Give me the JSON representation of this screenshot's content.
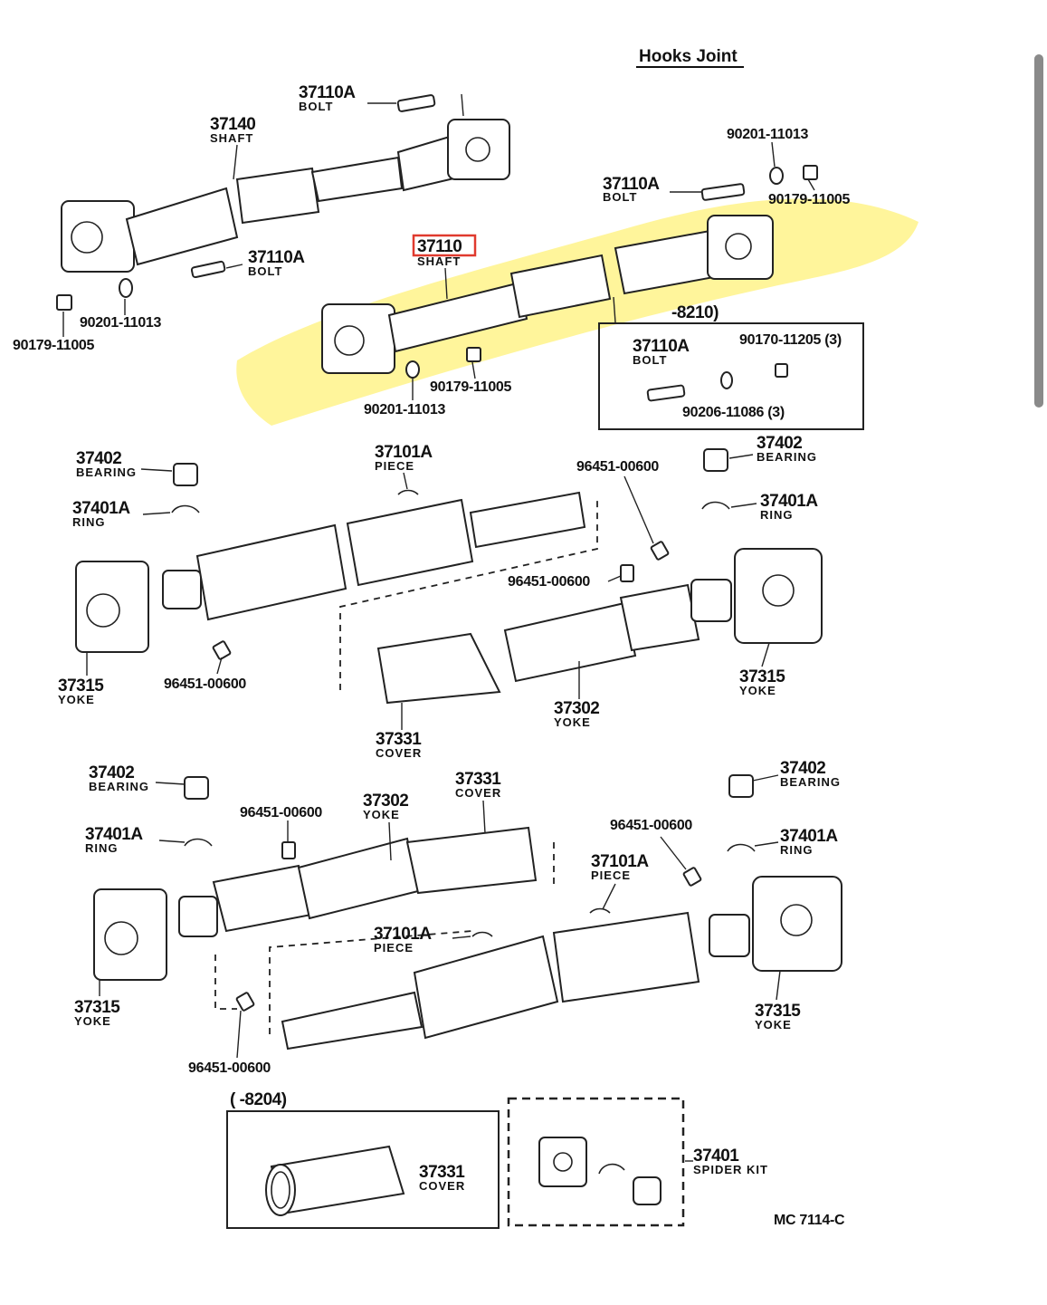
{
  "title": "Hooks Joint",
  "figure_code": "MC  7114-C",
  "colors": {
    "highlight": "#fff27a",
    "callout_box": "#e03a2e",
    "line": "#222222"
  },
  "top_assembly": {
    "bolt_top": {
      "number": "37110A",
      "name": "BOLT"
    },
    "shaft_upper": {
      "number": "37140",
      "name": "SHAFT"
    },
    "bolt_mid": {
      "number": "37110A",
      "name": "BOLT"
    },
    "washer_left": "90201-11013",
    "nut_left": "90179-11005",
    "washer_right_top": "90201-11013",
    "bolt_right": {
      "number": "37110A",
      "name": "BOLT"
    },
    "nut_right_top": "90179-11005",
    "shaft_highlight": {
      "number": "37110",
      "name": "SHAFT"
    },
    "nut_lower": "90179-11005",
    "washer_lower": "90201-11013",
    "inset_range": "-8210)",
    "inset_bolt": {
      "number": "37110A",
      "name": "BOLT"
    },
    "inset_nut": "90170-11205 (3)",
    "inset_washer": "90206-11086 (3)"
  },
  "middle_assembly": {
    "bearing_left": {
      "number": "37402",
      "name": "BEARING"
    },
    "ring_left": {
      "number": "37401A",
      "name": "RING"
    },
    "piece": {
      "number": "37101A",
      "name": "PIECE"
    },
    "fitting_top": "96451-00600",
    "bearing_right": {
      "number": "37402",
      "name": "BEARING"
    },
    "ring_right": {
      "number": "37401A",
      "name": "RING"
    },
    "fitting_mid": "96451-00600",
    "yoke_left": {
      "number": "37315",
      "name": "YOKE"
    },
    "fitting_left": "96451-00600",
    "cover": {
      "number": "37331",
      "name": "COVER"
    },
    "yoke_slip": {
      "number": "37302",
      "name": "YOKE"
    },
    "yoke_right": {
      "number": "37315",
      "name": "YOKE"
    }
  },
  "lower_assembly": {
    "bearing_left": {
      "number": "37402",
      "name": "BEARING"
    },
    "ring_left": {
      "number": "37401A",
      "name": "RING"
    },
    "fitting_top": "96451-00600",
    "yoke_slip": {
      "number": "37302",
      "name": "YOKE"
    },
    "cover": {
      "number": "37331",
      "name": "COVER"
    },
    "bearing_right": {
      "number": "37402",
      "name": "BEARING"
    },
    "fitting_right": "96451-00600",
    "ring_right": {
      "number": "37401A",
      "name": "RING"
    },
    "piece_right": {
      "number": "37101A",
      "name": "PIECE"
    },
    "piece_center": {
      "number": "37101A",
      "name": "PIECE"
    },
    "yoke_left": {
      "number": "37315",
      "name": "YOKE"
    },
    "fitting_bottom": "96451-00600",
    "yoke_right": {
      "number": "37315",
      "name": "YOKE"
    }
  },
  "bottom_insets": {
    "range": "(      -8204)",
    "cover": {
      "number": "37331",
      "name": "COVER"
    },
    "spider_kit": {
      "number": "37401",
      "name": "SPIDER KIT"
    }
  }
}
